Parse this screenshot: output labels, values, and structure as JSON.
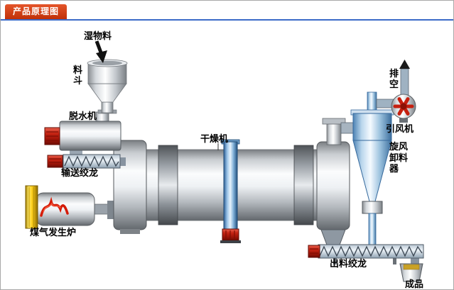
{
  "header": {
    "tab_label": "产品原理图"
  },
  "diagram": {
    "labels": {
      "wet_material": "湿物料",
      "hopper": "料斗",
      "dewatering": "脱水机",
      "feed_screw": "输送绞龙",
      "gas_furnace": "煤气发生炉",
      "dryer": "干燥机",
      "exhaust": "排空",
      "fan": "引风机",
      "cyclone": "旋风卸料器",
      "discharge_screw": "出料绞龙",
      "product": "成品"
    },
    "colors": {
      "tab_background": "#d03c10",
      "divider_blue": "#3b6bc8",
      "pipe_blue": "#4a7fb5",
      "motor_red": "#c42313",
      "furnace_yellow": "#ffcf1a",
      "cyclone_blue": "#4d82b4"
    }
  }
}
